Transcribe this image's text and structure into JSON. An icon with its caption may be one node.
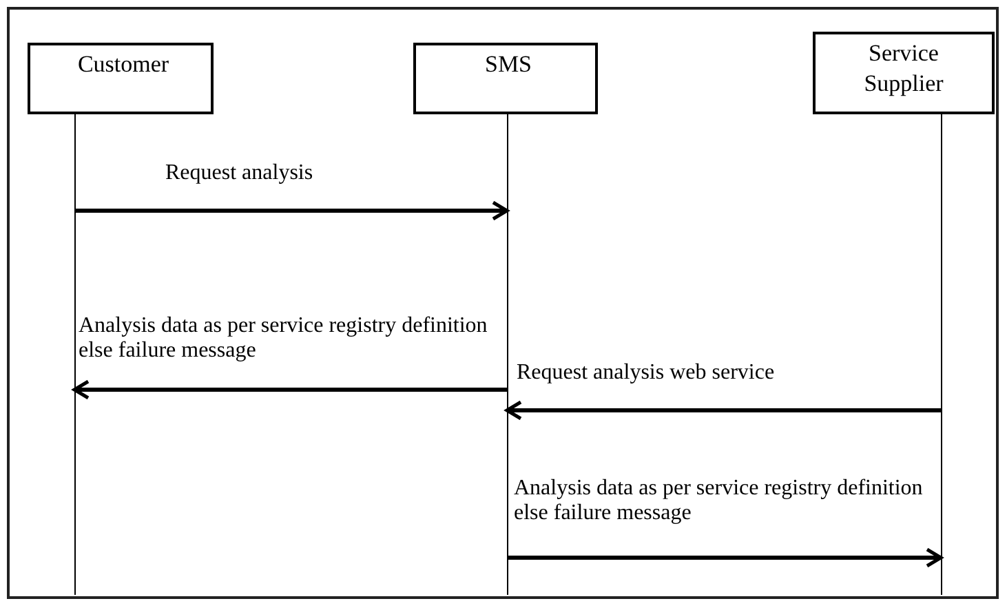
{
  "diagram": {
    "nodes": [
      {
        "text": [
          "Customer"
        ]
      },
      {
        "text": [
          "SMS"
        ]
      },
      {
        "text": [
          "Service Supplier"
        ]
      }
    ],
    "edges": [
      {
        "from": 0,
        "to": 1,
        "arrow": "to",
        "label": "Request analysis"
      },
      {
        "from": 1,
        "to": 0,
        "arrow": "to",
        "label": "Analysis data as per service registry definition else failure message"
      },
      {
        "from": 2,
        "to": 1,
        "arrow": "to",
        "label": "Request analysis web service"
      },
      {
        "from": 1,
        "to": 2,
        "arrow": "to",
        "label": "Analysis data as per service registry definition else failure message"
      }
    ]
  }
}
